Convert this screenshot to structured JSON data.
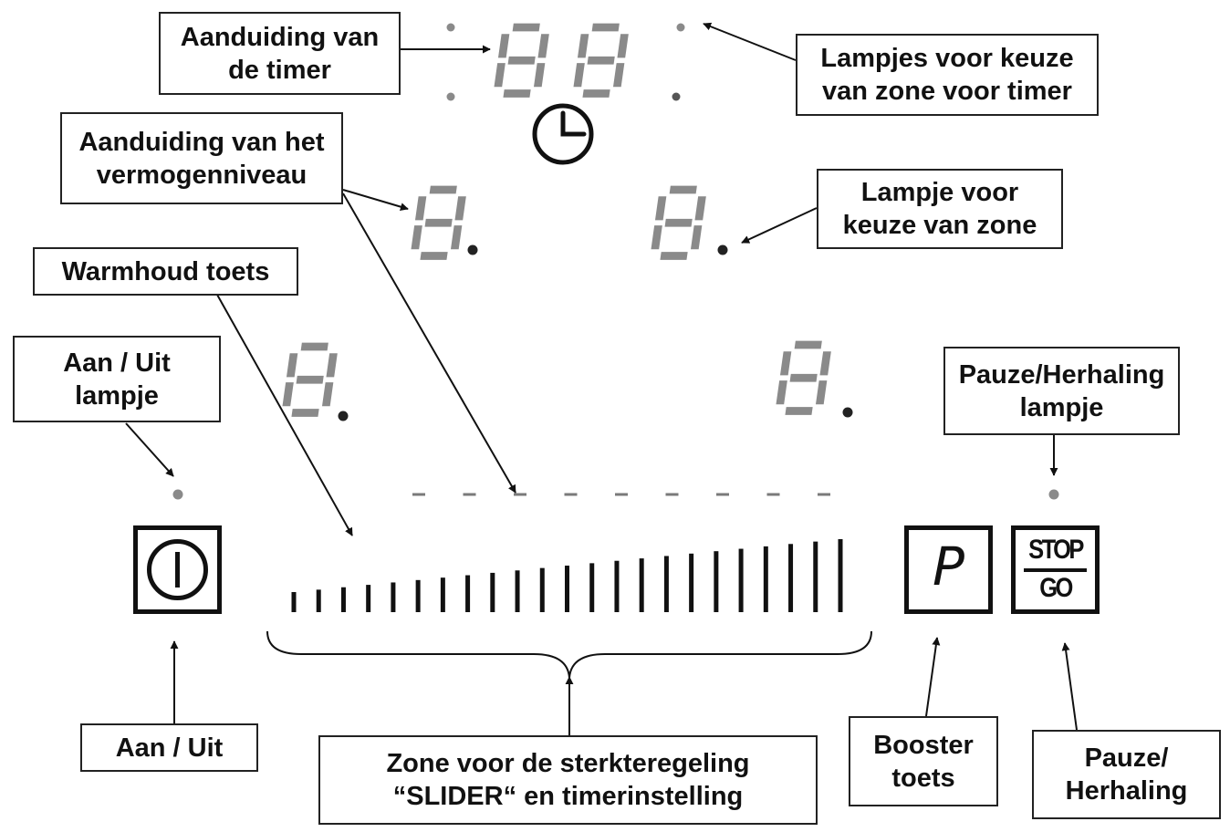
{
  "colors": {
    "ink": "#111111",
    "segment": "#8a8a8a",
    "led": "#8a8a8a",
    "background": "#ffffff"
  },
  "labels": {
    "timer_display": [
      "Aanduiding van",
      "de timer"
    ],
    "timer_zone_lights": [
      "Lampjes voor keuze",
      "van zone voor timer"
    ],
    "power_level_display": [
      "Aanduiding van het",
      "vermogenniveau"
    ],
    "zone_select_light": [
      "Lampje voor",
      "keuze van zone"
    ],
    "keep_warm_key": [
      "Warmhoud toets"
    ],
    "on_off_light": [
      "Aan / Uit",
      "lampje"
    ],
    "pause_repeat_light": [
      "Pauze/Herhaling",
      "lampje"
    ],
    "on_off": [
      "Aan / Uit"
    ],
    "slider_zone": [
      "Zone voor de sterkteregeling",
      "“SLIDER“ en timerinstelling"
    ],
    "booster_key": [
      "Booster",
      "toets"
    ],
    "pause_repeat": [
      "Pauze/",
      "Herhaling"
    ]
  },
  "keys": {
    "booster_glyph": "P",
    "stop_text": "STOP",
    "go_text": "GO"
  },
  "icons": {
    "power": "power-icon",
    "clock": "clock-icon"
  }
}
